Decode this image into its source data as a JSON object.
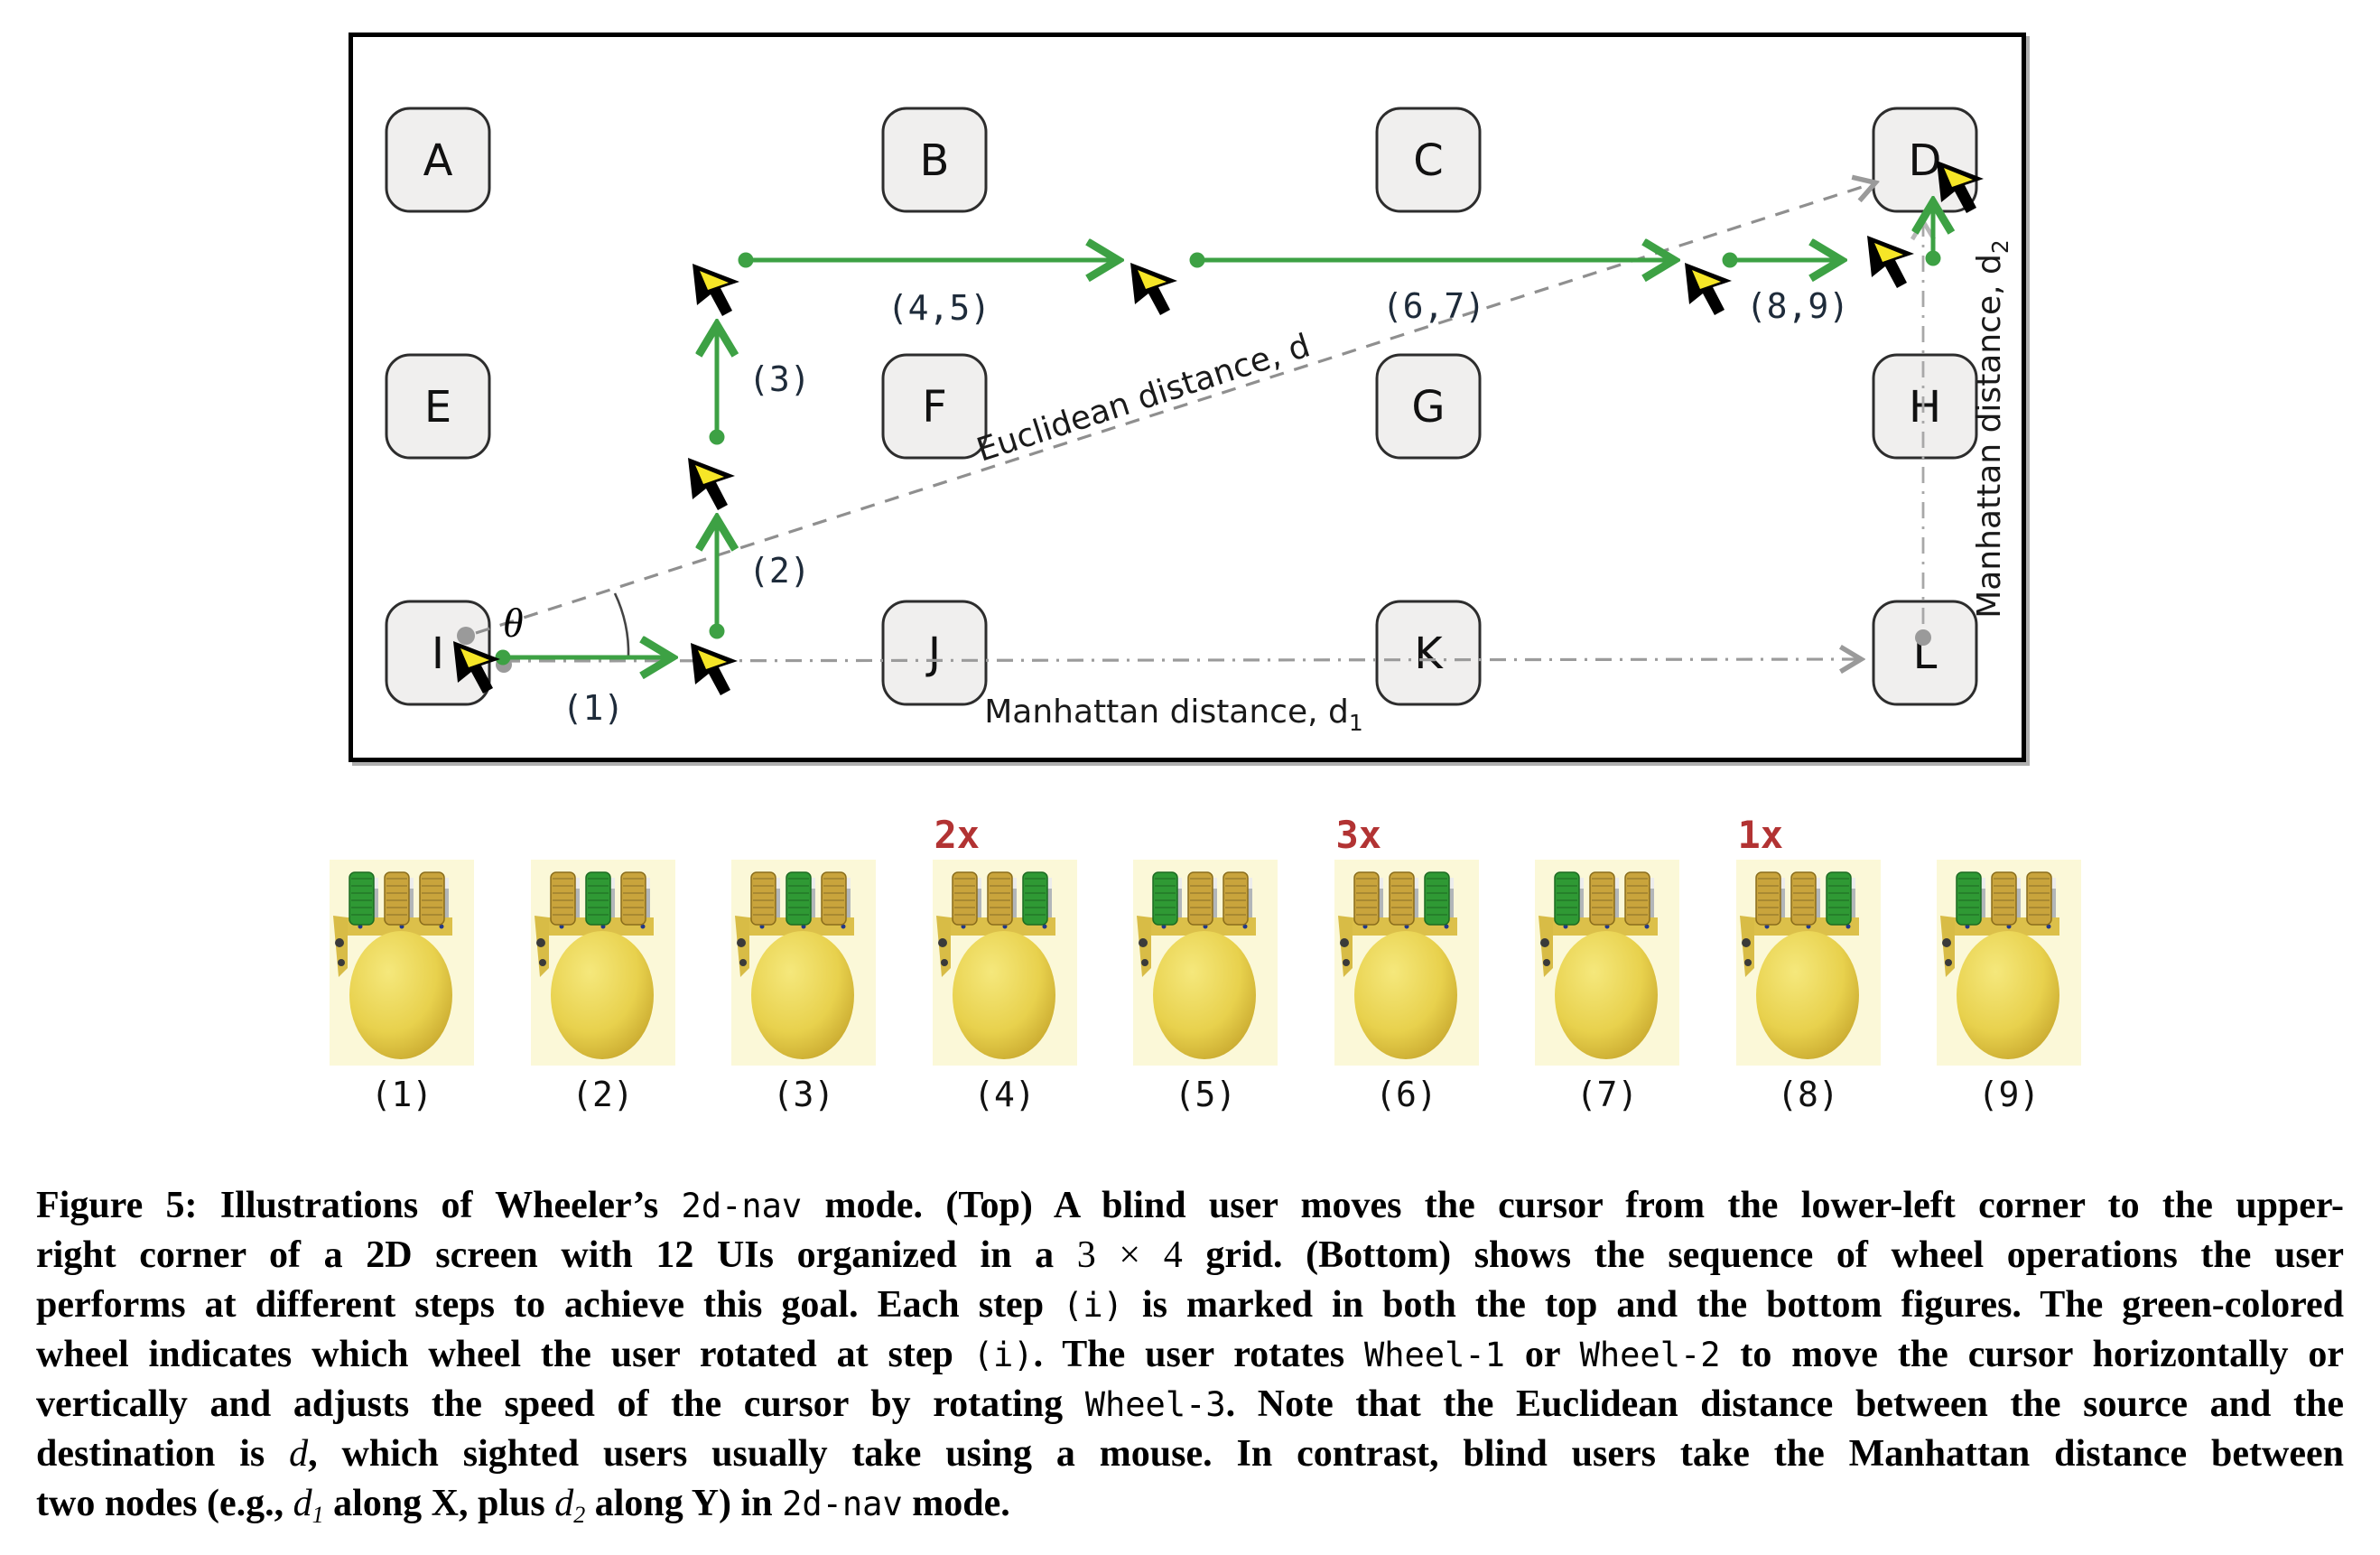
{
  "figure": {
    "nodes": [
      "A",
      "B",
      "C",
      "D",
      "E",
      "F",
      "G",
      "H",
      "I",
      "J",
      "K",
      "L"
    ],
    "step_labels": {
      "s1": "(1)",
      "s2": "(2)",
      "s3": "(3)",
      "s45": "(4,5)",
      "s67": "(6,7)",
      "s89": "(8,9)"
    },
    "theta": "θ",
    "euclidean_label": "Euclidean distance, d",
    "manhattan_d1_label": "Manhattan distance, d",
    "manhattan_d1_sub": "1",
    "manhattan_d2_label": "Manhattan distance, d",
    "manhattan_d2_sub": "2"
  },
  "wheels": [
    {
      "label": "(1)",
      "green_wheel": "left",
      "multiplier": ""
    },
    {
      "label": "(2)",
      "green_wheel": "middle",
      "multiplier": ""
    },
    {
      "label": "(3)",
      "green_wheel": "middle",
      "multiplier": ""
    },
    {
      "label": "(4)",
      "green_wheel": "right",
      "multiplier": "2x"
    },
    {
      "label": "(5)",
      "green_wheel": "left",
      "multiplier": ""
    },
    {
      "label": "(6)",
      "green_wheel": "right",
      "multiplier": "3x"
    },
    {
      "label": "(7)",
      "green_wheel": "left",
      "multiplier": ""
    },
    {
      "label": "(8)",
      "green_wheel": "right",
      "multiplier": "1x"
    },
    {
      "label": "(9)",
      "green_wheel": "left",
      "multiplier": ""
    }
  ],
  "colors": {
    "accent_green": "#3da144",
    "cursor_yellow": "#f6e627",
    "multiplier_red": "#b23333",
    "node_fill": "#f0efee",
    "gray_line": "#8f8f8f",
    "wheel_green": "#2f9934",
    "wheel_yellow": "#c9a43c"
  },
  "caption": {
    "lines": [
      [
        {
          "s": "b",
          "t": "Figure 5: Illustrations of Wheeler’s "
        },
        {
          "s": "m",
          "t": "2d-nav"
        },
        {
          "s": "b",
          "t": " mode. (Top) A blind user moves the cursor from the lower-left corner to the upper-"
        }
      ],
      [
        {
          "s": "b",
          "t": "right corner of a 2D screen with 12 UIs organized in a "
        },
        {
          "s": "math",
          "t": "3 × 4"
        },
        {
          "s": "b",
          "t": " grid. (Bottom) shows the sequence of wheel operations the user"
        }
      ],
      [
        {
          "s": "b",
          "t": "performs at different steps to achieve this goal. Each step "
        },
        {
          "s": "m",
          "t": "(i)"
        },
        {
          "s": "b",
          "t": " is marked in both the top and the bottom figures. The green-colored"
        }
      ],
      [
        {
          "s": "b",
          "t": "wheel indicates which wheel the user rotated at step "
        },
        {
          "s": "m",
          "t": "(i)"
        },
        {
          "s": "b",
          "t": ". The user rotates "
        },
        {
          "s": "m",
          "t": "Wheel-1"
        },
        {
          "s": "b",
          "t": " or "
        },
        {
          "s": "m",
          "t": "Wheel-2"
        },
        {
          "s": "b",
          "t": " to move the cursor horizontally or"
        }
      ],
      [
        {
          "s": "b",
          "t": "vertically and adjusts the speed of the cursor by rotating "
        },
        {
          "s": "m",
          "t": "Wheel-3"
        },
        {
          "s": "b",
          "t": ". Note that the Euclidean distance between the source and the"
        }
      ],
      [
        {
          "s": "b",
          "t": "destination is "
        },
        {
          "s": "i",
          "t": "d"
        },
        {
          "s": "b",
          "t": ", which sighted users usually take using a mouse. In contrast, blind users take the Manhattan distance between"
        }
      ],
      [
        {
          "s": "b",
          "t": "two nodes (e.g., "
        },
        {
          "s": "i",
          "t": "d"
        },
        {
          "s": "sub",
          "t": "1"
        },
        {
          "s": "b",
          "t": " along X, plus "
        },
        {
          "s": "i",
          "t": "d"
        },
        {
          "s": "sub",
          "t": "2"
        },
        {
          "s": "b",
          "t": " along Y) in "
        },
        {
          "s": "m",
          "t": "2d-nav"
        },
        {
          "s": "b",
          "t": " mode."
        }
      ]
    ]
  }
}
